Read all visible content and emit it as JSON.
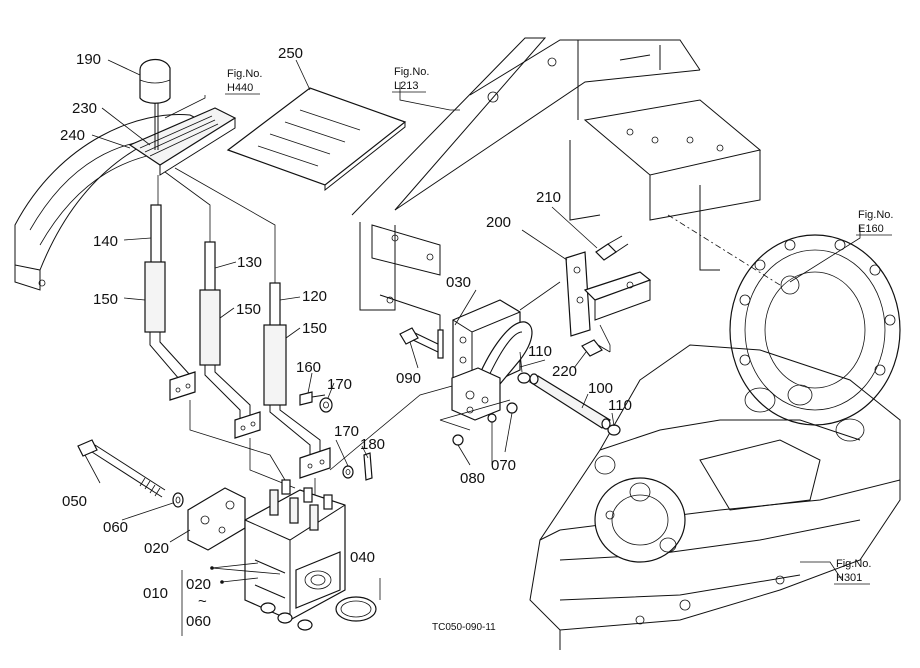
{
  "callouts": [
    {
      "id": "p190",
      "label": "190"
    },
    {
      "id": "p230",
      "label": "230"
    },
    {
      "id": "p240",
      "label": "240"
    },
    {
      "id": "p250",
      "label": "250"
    },
    {
      "id": "p140",
      "label": "140"
    },
    {
      "id": "p150a",
      "label": "150"
    },
    {
      "id": "p130",
      "label": "130"
    },
    {
      "id": "p150b",
      "label": "150"
    },
    {
      "id": "p120",
      "label": "120"
    },
    {
      "id": "p150c",
      "label": "150"
    },
    {
      "id": "p160",
      "label": "160"
    },
    {
      "id": "p170a",
      "label": "170"
    },
    {
      "id": "p170b",
      "label": "170"
    },
    {
      "id": "p180",
      "label": "180"
    },
    {
      "id": "p050",
      "label": "050"
    },
    {
      "id": "p060",
      "label": "060"
    },
    {
      "id": "p020",
      "label": "020"
    },
    {
      "id": "p010",
      "label": "010"
    },
    {
      "id": "p020r",
      "label": "020"
    },
    {
      "id": "ptilde",
      "label": "~"
    },
    {
      "id": "p060r",
      "label": "060"
    },
    {
      "id": "p040",
      "label": "040"
    },
    {
      "id": "p210",
      "label": "210"
    },
    {
      "id": "p200",
      "label": "200"
    },
    {
      "id": "p030",
      "label": "030"
    },
    {
      "id": "p090",
      "label": "090"
    },
    {
      "id": "p110a",
      "label": "110"
    },
    {
      "id": "p220",
      "label": "220"
    },
    {
      "id": "p100",
      "label": "100"
    },
    {
      "id": "p110b",
      "label": "110"
    },
    {
      "id": "p080",
      "label": "080"
    },
    {
      "id": "p070",
      "label": "070"
    }
  ],
  "fig_refs": [
    {
      "id": "h440",
      "line1": "Fig.No.",
      "line2": "H440"
    },
    {
      "id": "l213",
      "line1": "Fig.No.",
      "line2": "L213"
    },
    {
      "id": "e160",
      "line1": "Fig.No.",
      "line2": "E160"
    },
    {
      "id": "h301",
      "line1": "Fig.No.",
      "line2": "H301"
    }
  ],
  "drawing_code": "TC050-090-11"
}
